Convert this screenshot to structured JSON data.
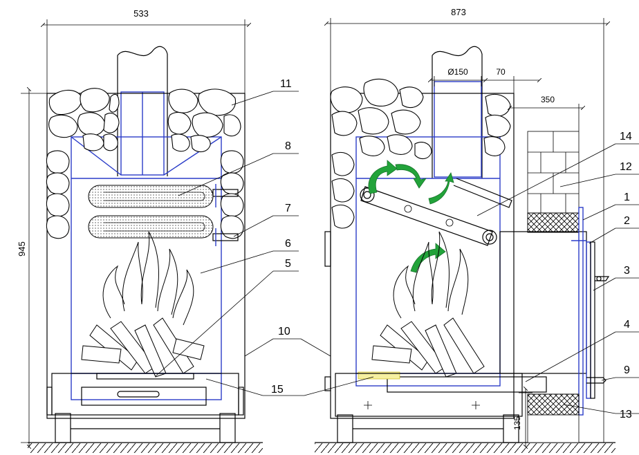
{
  "dimensions": {
    "width_front": "533",
    "width_side": "873",
    "height_total": "945",
    "chimney_diameter": "Ø150",
    "chimney_offset": "70",
    "wall_gap": "350",
    "legs_height": "135"
  },
  "callouts": [
    "11",
    "8",
    "7",
    "6",
    "5",
    "10",
    "15",
    "14",
    "12",
    "1",
    "2",
    "3",
    "4",
    "9",
    "13"
  ]
}
